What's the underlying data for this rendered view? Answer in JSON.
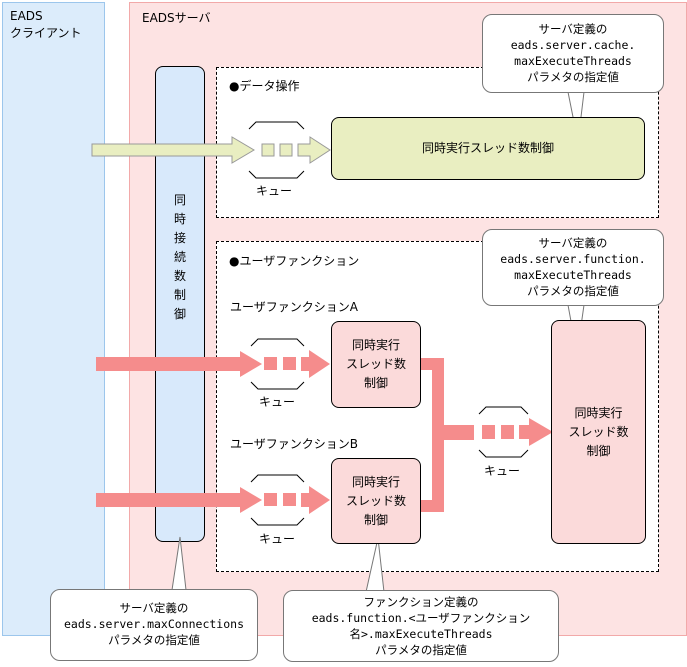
{
  "client": {
    "title_line1": "EADS",
    "title_line2": "クライアント"
  },
  "server": {
    "title": "EADSサーバ"
  },
  "connection_control": {
    "chars": [
      "同",
      "時",
      "接",
      "続",
      "数",
      "制",
      "御"
    ]
  },
  "data_operation": {
    "heading": "●データ操作",
    "queue_label": "キュー",
    "thread_box": "同時実行スレッド数制御"
  },
  "user_function": {
    "heading": "●ユーザファンクション",
    "func_a": {
      "label": "ユーザファンクションA",
      "box_lines": [
        "同時実行",
        "スレッド数",
        "制御"
      ],
      "queue_label": "キュー"
    },
    "func_b": {
      "label": "ユーザファンクションB",
      "box_lines": [
        "同時実行",
        "スレッド数",
        "制御"
      ],
      "queue_label": "キュー"
    },
    "shared_queue_label": "キュー",
    "shared_box_lines": [
      "同時実行",
      "スレッド数",
      "制御"
    ]
  },
  "callouts": {
    "cache": [
      "サーバ定義の",
      "eads.server.cache.",
      "maxExecuteThreads",
      "パラメタの指定値"
    ],
    "function": [
      "サーバ定義の",
      "eads.server.function.",
      "maxExecuteThreads",
      "パラメタの指定値"
    ],
    "connections": [
      "サーバ定義の",
      "eads.server.maxConnections",
      "パラメタの指定値"
    ],
    "function_def": [
      "ファンクション定義の",
      "eads.function.<ユーザファンクション",
      "名>.maxExecuteThreads",
      "パラメタの指定値"
    ]
  },
  "colors": {
    "client_bg": "#dcecfb",
    "server_bg": "#fde3e3",
    "green_arrow": "#e9eec1",
    "red_arrow": "#f58c8c"
  }
}
